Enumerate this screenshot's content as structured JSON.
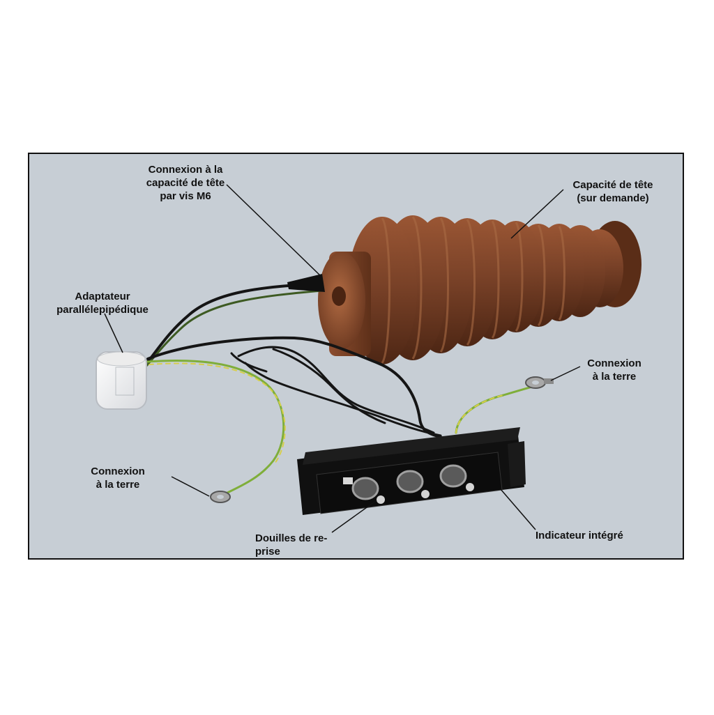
{
  "colors": {
    "background": "#c7ced5",
    "insulator": "#7a4228",
    "insulator_highlight": "#a0603c",
    "insulator_shadow": "#4d2614",
    "indicator_body": "#1a1a1a",
    "cable_black": "#151515",
    "cable_earth_green": "#7fae3a",
    "cable_earth_yellow": "#d7cf4a"
  },
  "labels": {
    "head_connection": [
      "Connexion à la",
      "capacité de tête",
      "par vis M6"
    ],
    "head_capacity": [
      "Capacité de tête",
      "(sur demande)"
    ],
    "adapter": [
      "Adaptateur",
      "parallélepipédique"
    ],
    "earth_right": [
      "Connexion",
      "à la terre"
    ],
    "earth_left": [
      "Connexion",
      "à la terre"
    ],
    "sockets": [
      "Douilles de re-",
      "prise"
    ],
    "indicator": [
      "Indicateur intégré"
    ]
  }
}
